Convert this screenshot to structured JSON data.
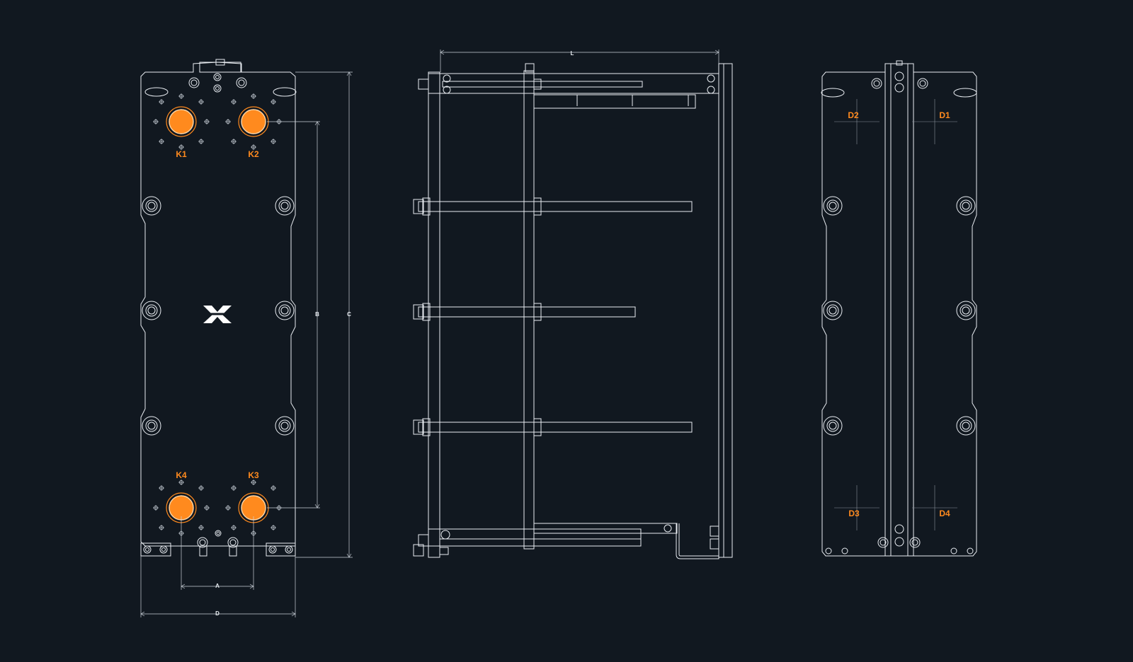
{
  "colors": {
    "background": "#111820",
    "line": "#e9edf2",
    "accent_port": "#ff8a1e"
  },
  "front_view": {
    "ports": [
      {
        "id": "k1",
        "label": "K1"
      },
      {
        "id": "k2",
        "label": "K2"
      },
      {
        "id": "k3",
        "label": "K3"
      },
      {
        "id": "k4",
        "label": "K4"
      }
    ],
    "dimensions": {
      "a": "A",
      "b": "B",
      "c": "C",
      "d": "D"
    }
  },
  "side_view": {
    "dimensions": {
      "l": "L"
    }
  },
  "rear_view": {
    "ports": [
      {
        "id": "d1",
        "label": "D1"
      },
      {
        "id": "d2",
        "label": "D2"
      },
      {
        "id": "d3",
        "label": "D3"
      },
      {
        "id": "d4",
        "label": "D4"
      }
    ]
  },
  "logo_icon": "brand-x-logo"
}
